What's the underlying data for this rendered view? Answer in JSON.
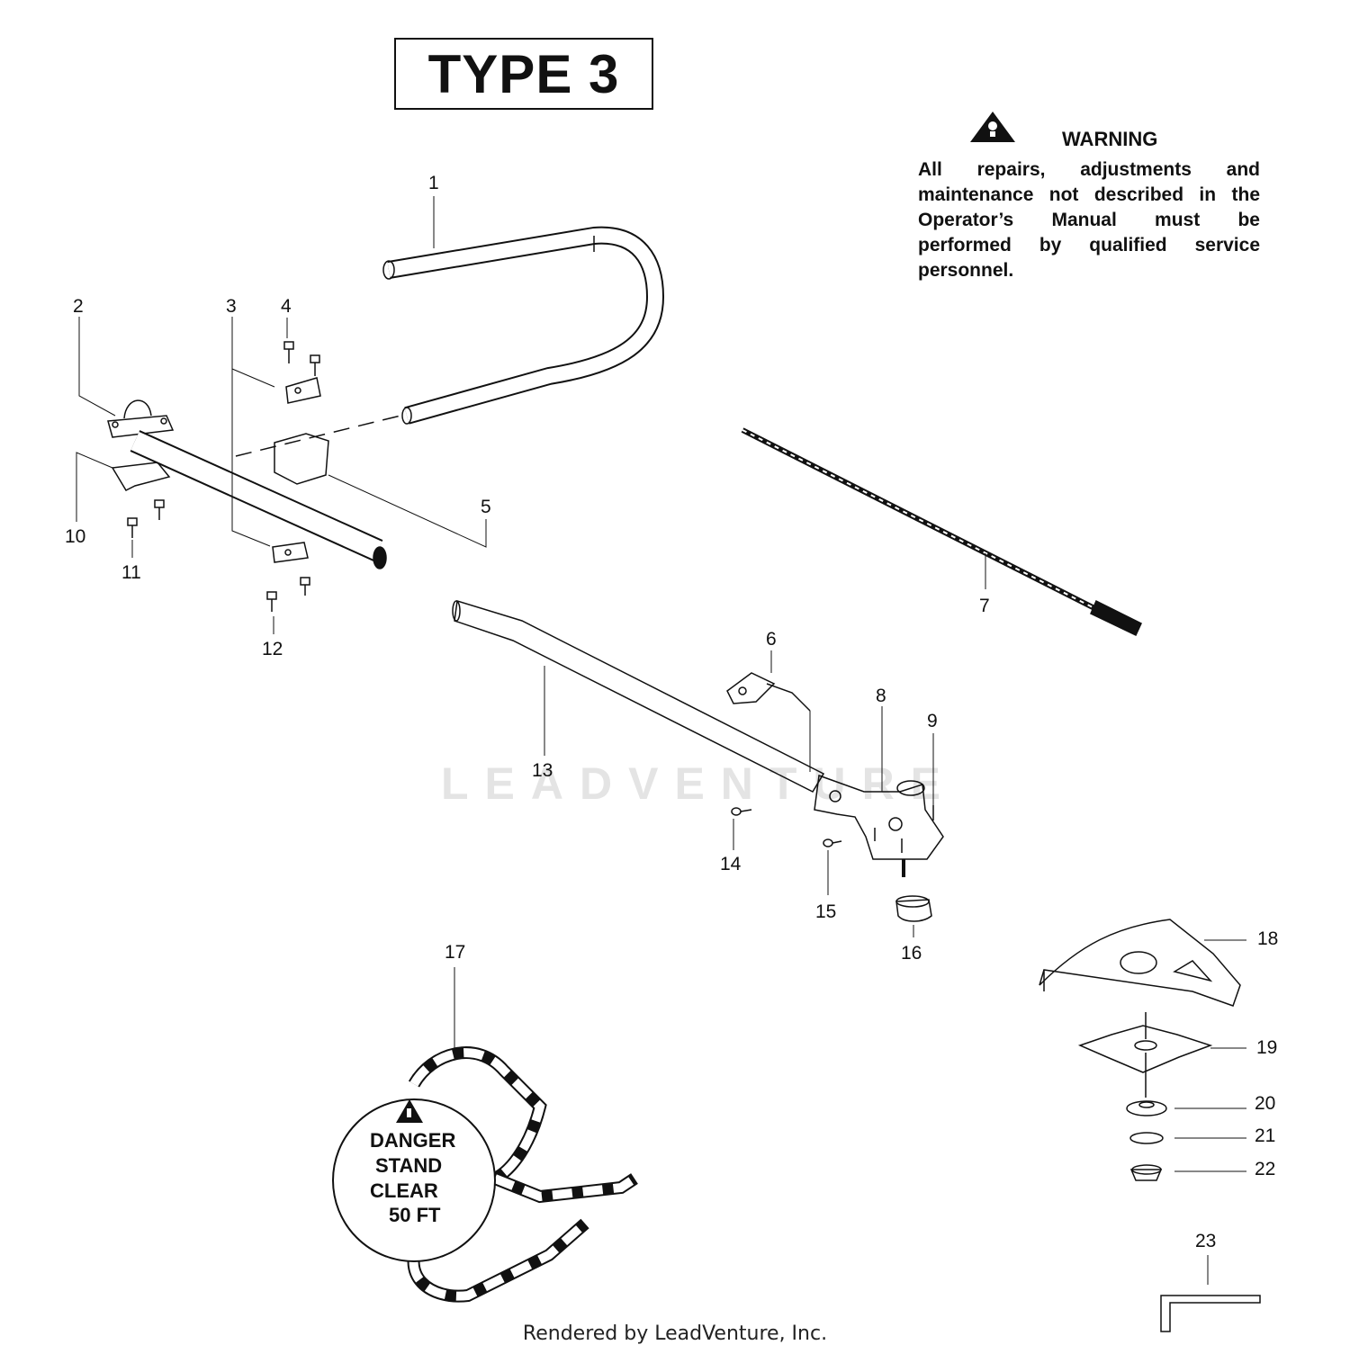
{
  "title": "TYPE 3",
  "warning": {
    "heading": "WARNING",
    "text": "All repairs, adjustments and maintenance not described in the Operator’s Manual must be performed by qualified service personnel."
  },
  "watermark": "LEADVENTURE",
  "footer": "Rendered by LeadVenture, Inc.",
  "danger_label": {
    "line1": "DANGER",
    "line2": "STAND",
    "line3": "CLEAR",
    "line4": "50 FT"
  },
  "callouts": {
    "c1": "1",
    "c2": "2",
    "c3": "3",
    "c4": "4",
    "c5": "5",
    "c6": "6",
    "c7": "7",
    "c8": "8",
    "c9": "9",
    "c10": "10",
    "c11": "11",
    "c12": "12",
    "c13": "13",
    "c14": "14",
    "c15": "15",
    "c16": "16",
    "c17": "17",
    "c18": "18",
    "c19": "19",
    "c20": "20",
    "c21": "21",
    "c22": "22",
    "c23": "23"
  }
}
